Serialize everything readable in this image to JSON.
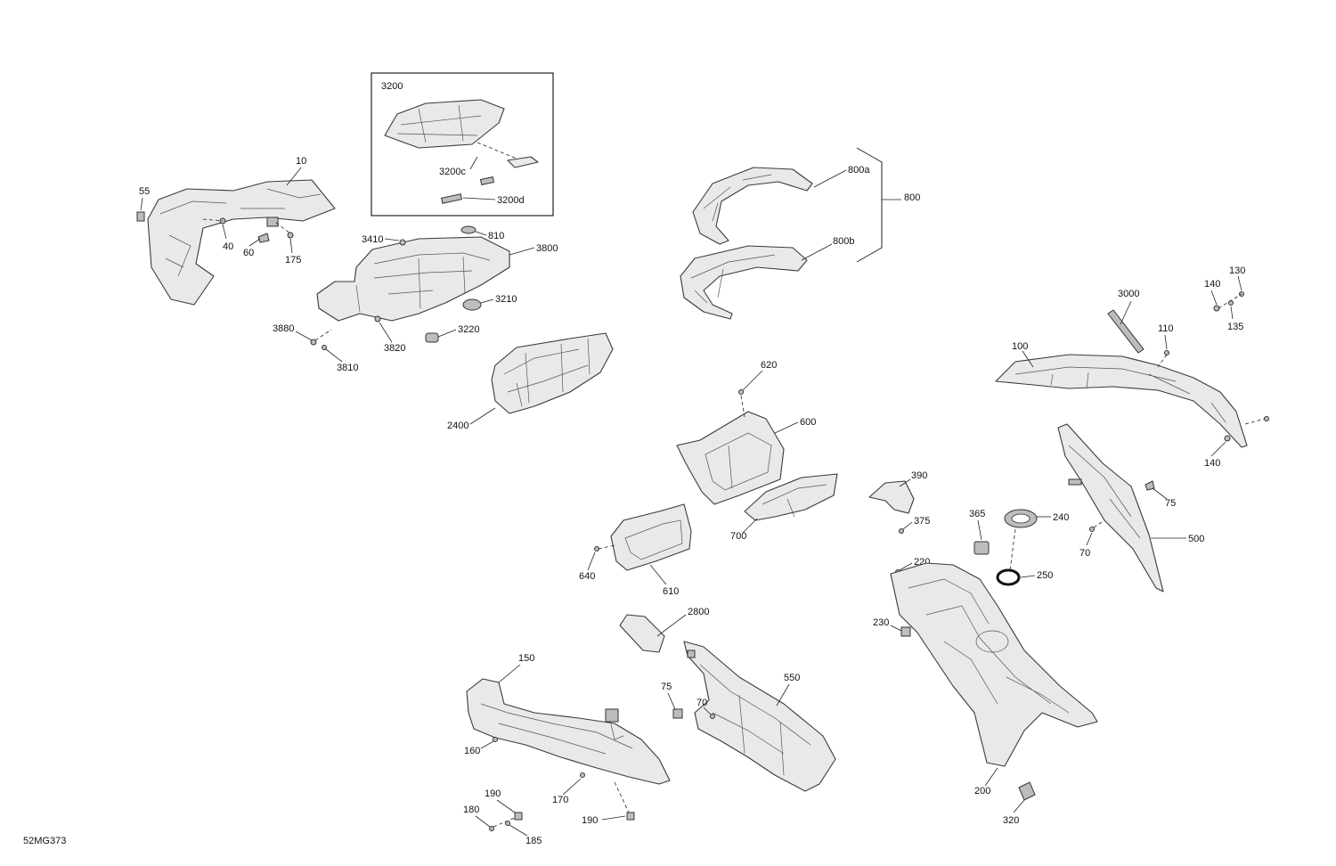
{
  "drawing_code": "52MG373",
  "inset_title": "3200",
  "labels": {
    "p10": "10",
    "p55": "55",
    "p40": "40",
    "p60": "60",
    "p175": "175",
    "p3200c": "3200c",
    "p3200d": "3200d",
    "p3410": "3410",
    "p810": "810",
    "p3800": "3800",
    "p3210": "3210",
    "p3880": "3880",
    "p3820": "3820",
    "p3220": "3220",
    "p3810": "3810",
    "p2400": "2400",
    "p800a": "800a",
    "p800b": "800b",
    "p800": "800",
    "p3000": "3000",
    "p140a": "140",
    "p130": "130",
    "p135": "135",
    "p110": "110",
    "p100": "100",
    "p140b": "140",
    "p620": "620",
    "p600": "600",
    "p700": "700",
    "p640": "640",
    "p610": "610",
    "p390": "390",
    "p375": "375",
    "p365": "365",
    "p240": "240",
    "p75a": "75",
    "p70a": "70",
    "p500": "500",
    "p220": "220",
    "p250": "250",
    "p230": "230",
    "p2800": "2800",
    "p150": "150",
    "p75b": "75",
    "p70b": "70",
    "p550": "550",
    "p160": "160",
    "p170": "170",
    "p190a": "190",
    "p180": "180",
    "p185": "185",
    "p190b": "190",
    "p200": "200",
    "p320": "320"
  }
}
